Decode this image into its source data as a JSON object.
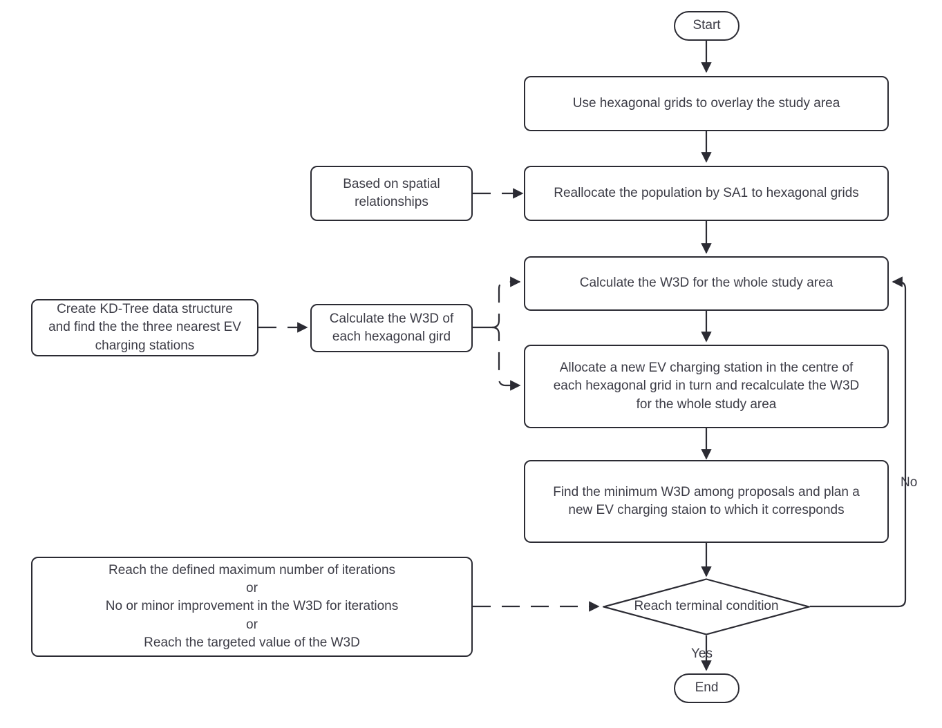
{
  "diagram": {
    "title": "EV charging station planning flowchart",
    "line_color": "#2b2b33",
    "text_color": "#3c3c46",
    "background": "#ffffff"
  },
  "nodes": {
    "start": {
      "label": "Start",
      "shape": "terminator"
    },
    "overlay_grids": {
      "label": "Use hexagonal grids to overlay the study area",
      "shape": "process"
    },
    "spatial_note": {
      "label": "Based on spatial\nrelationships",
      "shape": "process"
    },
    "reallocate_population": {
      "label": "Reallocate the population by SA1 to hexagonal grids",
      "shape": "process"
    },
    "kd_tree": {
      "label": "Create KD-Tree data structure\nand find the the three nearest EV\ncharging stations",
      "shape": "process"
    },
    "w3d_each_grid": {
      "label": "Calculate the W3D of\neach hexagonal gird",
      "shape": "process"
    },
    "w3d_whole_area": {
      "label": "Calculate the W3D for the whole study area",
      "shape": "process"
    },
    "allocate_new_station": {
      "label": "Allocate a new EV charging station in the centre of\neach hexagonal grid in turn and recalculate the W3D\nfor the whole study area",
      "shape": "process"
    },
    "find_minimum": {
      "label": "Find the minimum W3D  among proposals and plan a\nnew EV charging staion to which it corresponds",
      "shape": "process"
    },
    "terminal_criteria": {
      "label": "Reach the defined maximum number of iterations\nor\nNo or minor improvement in the W3D for iterations\nor\nReach the targeted value of the W3D",
      "shape": "process"
    },
    "decision": {
      "label": "Reach terminal condition",
      "shape": "decision"
    },
    "end": {
      "label": "End",
      "shape": "terminator"
    }
  },
  "edge_labels": {
    "no": "No",
    "yes": "Yes"
  }
}
